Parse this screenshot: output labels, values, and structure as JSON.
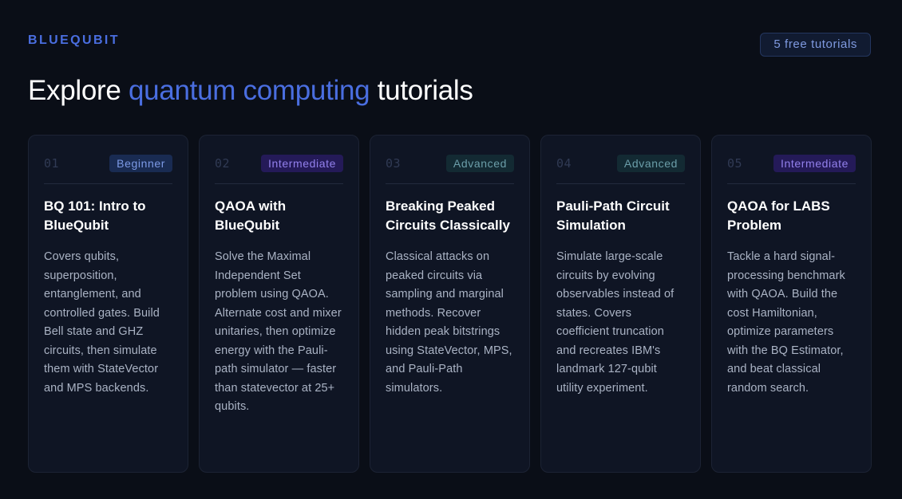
{
  "header": {
    "brand": "BLUEQUBIT",
    "tutorial_count": "5 free tutorials",
    "headline_pre": "Explore ",
    "headline_accent": "quantum computing",
    "headline_post": " tutorials"
  },
  "colors": {
    "background": "#0a0e17",
    "accent": "#4a6ee0",
    "card_background": "#0f1524"
  },
  "cards": [
    {
      "number": "01",
      "level": "Beginner",
      "title": "BQ 101: Intro to BlueQubit",
      "description": "Covers qubits, superposition, entanglement, and controlled gates. Build Bell state and GHZ circuits, then simulate them with StateVector and MPS backends."
    },
    {
      "number": "02",
      "level": "Intermediate",
      "title": "QAOA with BlueQubit",
      "description": "Solve the Maximal Independent Set problem using QAOA. Alternate cost and mixer unitaries, then optimize energy with the Pauli-path simulator — faster than statevector at 25+ qubits."
    },
    {
      "number": "03",
      "level": "Advanced",
      "title": "Breaking Peaked Circuits Classically",
      "description": "Classical attacks on peaked circuits via sampling and marginal methods. Recover hidden peak bitstrings using StateVector, MPS, and Pauli-Path simulators."
    },
    {
      "number": "04",
      "level": "Advanced",
      "title": "Pauli-Path Circuit Simulation",
      "description": "Simulate large-scale circuits by evolving observables instead of states. Covers coefficient truncation and recreates IBM's landmark 127-qubit utility experiment."
    },
    {
      "number": "05",
      "level": "Intermediate",
      "title": "QAOA for LABS Problem",
      "description": "Tackle a hard signal-processing benchmark with QAOA. Build the cost Hamiltonian, optimize parameters with the BQ Estimator, and beat classical random search."
    }
  ]
}
